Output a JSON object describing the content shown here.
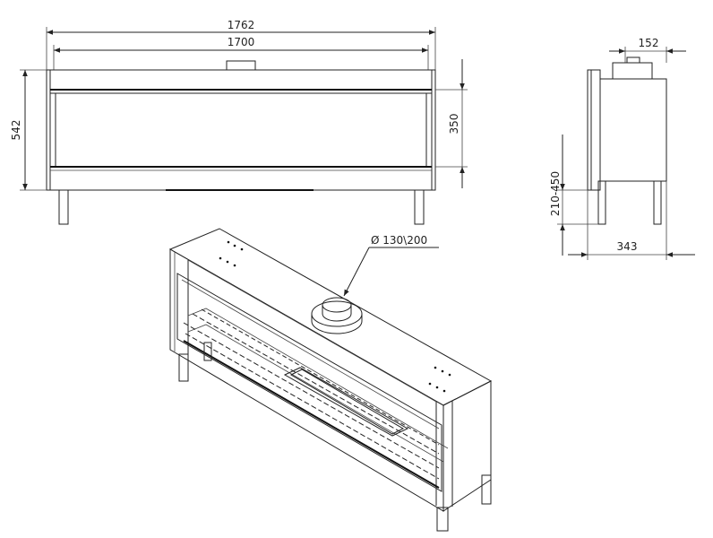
{
  "dimensions": {
    "overall_width": "1762",
    "inner_width": "1700",
    "overall_height": "542",
    "glass_height": "350",
    "depth_flue": "152",
    "leg_height": "210-450",
    "depth": "343",
    "flue_diameter": "Ø 130\\200"
  }
}
